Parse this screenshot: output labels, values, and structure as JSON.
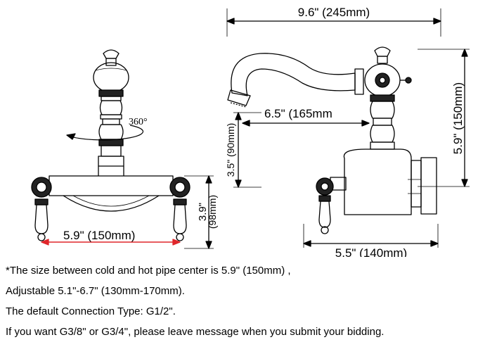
{
  "dimensions": {
    "overall_width": "9.6\" (245mm)",
    "spout_reach": "6.5\" (165mm",
    "total_height": "5.9\" (150mm)",
    "spout_height": "3.5\" (90mm)",
    "handle_height_line1": "3.9\"",
    "handle_height_line2": "(98mm)",
    "pipe_center": "5.9\" (150mm)",
    "base_depth": "5.5\" (140mm)",
    "rotation": "360°"
  },
  "notes": [
    "*The size between cold and hot pipe center is 5.9\" (150mm) ,",
    "Adjustable 5.1\"-6.7\" (130mm-170mm).",
    "The default Connection Type: G1/2\".",
    "If you want G3/8\" or G3/4\", please leave message when you submit your bidding."
  ],
  "colors": {
    "line": "#000000",
    "center_line": "#e0262b",
    "background": "#ffffff"
  }
}
